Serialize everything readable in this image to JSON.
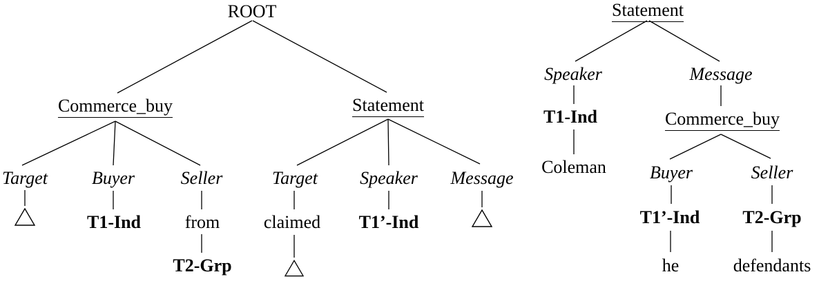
{
  "figure": {
    "background_color": "#ffffff",
    "line_color": "#000000",
    "text_color": "#000000",
    "null_leaf_icon": "open-triangle"
  },
  "left_tree": {
    "nodes": {
      "root": {
        "label": "ROOT",
        "type": "root"
      },
      "commerce_buy": {
        "label": "Commerce_buy",
        "type": "frame"
      },
      "statement": {
        "label": "Statement",
        "type": "frame"
      },
      "target_cb": {
        "label": "Target",
        "type": "frame-element"
      },
      "buyer": {
        "label": "Buyer",
        "type": "frame-element"
      },
      "seller": {
        "label": "Seller",
        "type": "frame-element"
      },
      "target_st": {
        "label": "Target",
        "type": "frame-element"
      },
      "speaker": {
        "label": "Speaker",
        "type": "frame-element"
      },
      "message": {
        "label": "Message",
        "type": "frame-element"
      },
      "t1_ind": {
        "label": "T1-Ind",
        "type": "terminal"
      },
      "from": {
        "label": "from",
        "type": "word"
      },
      "t2_grp": {
        "label": "T2-Grp",
        "type": "terminal"
      },
      "claimed": {
        "label": "claimed",
        "type": "word"
      },
      "t1_prime_ind": {
        "label": "T1’-Ind",
        "type": "terminal"
      }
    },
    "edges": [
      [
        "ROOT",
        "Commerce_buy"
      ],
      [
        "ROOT",
        "Statement"
      ],
      [
        "Commerce_buy",
        "Target"
      ],
      [
        "Commerce_buy",
        "Buyer"
      ],
      [
        "Commerce_buy",
        "Seller"
      ],
      [
        "Target",
        "(triangle)"
      ],
      [
        "Buyer",
        "T1-Ind"
      ],
      [
        "Seller",
        "from"
      ],
      [
        "from",
        "T2-Grp"
      ],
      [
        "Statement",
        "Target"
      ],
      [
        "Statement",
        "Speaker"
      ],
      [
        "Statement",
        "Message"
      ],
      [
        "Target",
        "claimed"
      ],
      [
        "claimed",
        "(triangle)"
      ],
      [
        "Speaker",
        "T1’-Ind"
      ],
      [
        "Message",
        "(triangle)"
      ]
    ]
  },
  "right_tree": {
    "nodes": {
      "statement": {
        "label": "Statement",
        "type": "frame"
      },
      "speaker": {
        "label": "Speaker",
        "type": "frame-element"
      },
      "message": {
        "label": "Message",
        "type": "frame-element"
      },
      "t1_ind": {
        "label": "T1-Ind",
        "type": "terminal"
      },
      "coleman": {
        "label": "Coleman",
        "type": "word"
      },
      "commerce_buy": {
        "label": "Commerce_buy",
        "type": "frame"
      },
      "buyer": {
        "label": "Buyer",
        "type": "frame-element"
      },
      "seller": {
        "label": "Seller",
        "type": "frame-element"
      },
      "t1_prime_ind": {
        "label": "T1’-Ind",
        "type": "terminal"
      },
      "t2_grp": {
        "label": "T2-Grp",
        "type": "terminal"
      },
      "he": {
        "label": "he",
        "type": "word"
      },
      "defendants": {
        "label": "defendants",
        "type": "word"
      }
    },
    "edges": [
      [
        "Statement",
        "Speaker"
      ],
      [
        "Statement",
        "Message"
      ],
      [
        "Speaker",
        "T1-Ind"
      ],
      [
        "T1-Ind",
        "Coleman"
      ],
      [
        "Message",
        "Commerce_buy"
      ],
      [
        "Commerce_buy",
        "Buyer"
      ],
      [
        "Commerce_buy",
        "Seller"
      ],
      [
        "Buyer",
        "T1’-Ind"
      ],
      [
        "T1’-Ind",
        "he"
      ],
      [
        "Seller",
        "T2-Grp"
      ],
      [
        "T2-Grp",
        "defendants"
      ]
    ]
  }
}
